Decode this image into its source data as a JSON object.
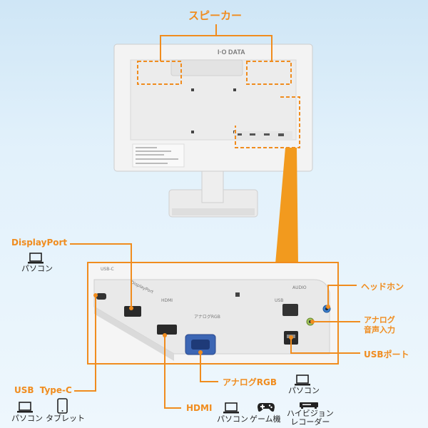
{
  "brand": "I·O DATA",
  "callouts": {
    "speaker": "スピーカー",
    "displayport": "DisplayPort",
    "headphone": "ヘッドホン",
    "analog_audio_line1": "アナログ",
    "analog_audio_line2": "音声入力",
    "usb_port": "USBポート",
    "usb_typec": "USB Type-C",
    "analog_rgb": "アナログRGB",
    "hdmi": "HDMI"
  },
  "devices": {
    "pc": "パソコン",
    "tablet": "タブレット",
    "game_console": "ゲーム機",
    "hd_recorder_line1": "ハイビジョン",
    "hd_recorder_line2": "レコーダー"
  },
  "port_labels": {
    "usbc": "USB-C",
    "dp": "DisplayPort",
    "hdmi": "HDMI",
    "rgb": "アナログRGB",
    "usb": "USB",
    "audio": "AUDIO"
  },
  "colors": {
    "accent": "#f08c1e",
    "background": "#dcedf8",
    "monitor": "#f4f4f4"
  },
  "icons": [
    "laptop-icon",
    "tablet-icon",
    "gamepad-icon",
    "recorder-icon"
  ]
}
